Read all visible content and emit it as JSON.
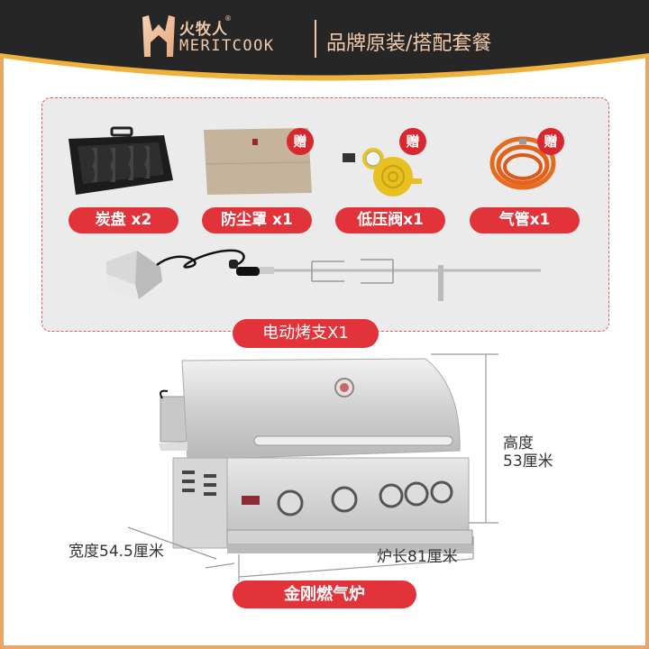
{
  "header": {
    "brand_cn": "火牧人",
    "brand_reg": "®",
    "brand_en": "MERITCOOK",
    "slogan": "品牌原装/搭配套餐",
    "colors": {
      "background": "#262626",
      "accent": "#f2c9a8",
      "stripe": "#f0b13c"
    }
  },
  "accessories": [
    {
      "name": "charcoal-tray",
      "label": "炭盘 x2",
      "gift": false
    },
    {
      "name": "dust-cover",
      "label": "防尘罩 x1",
      "gift": true,
      "gift_label": "赠"
    },
    {
      "name": "low-pressure-valve",
      "label": "低压阀x1",
      "gift": true,
      "gift_label": "赠"
    },
    {
      "name": "gas-hose",
      "label": "气管x1",
      "gift": true,
      "gift_label": "赠"
    }
  ],
  "rotisserie": {
    "label": "电动烤支X1"
  },
  "product": {
    "label": "金刚燃气炉",
    "height_label": "高度",
    "height_value": "53厘米",
    "width_label": "宽度54.5厘米",
    "length_label": "炉长81厘米"
  },
  "colors": {
    "pill": "#e2333a",
    "frame": "#e9a766",
    "panel": "#ebebeb"
  }
}
